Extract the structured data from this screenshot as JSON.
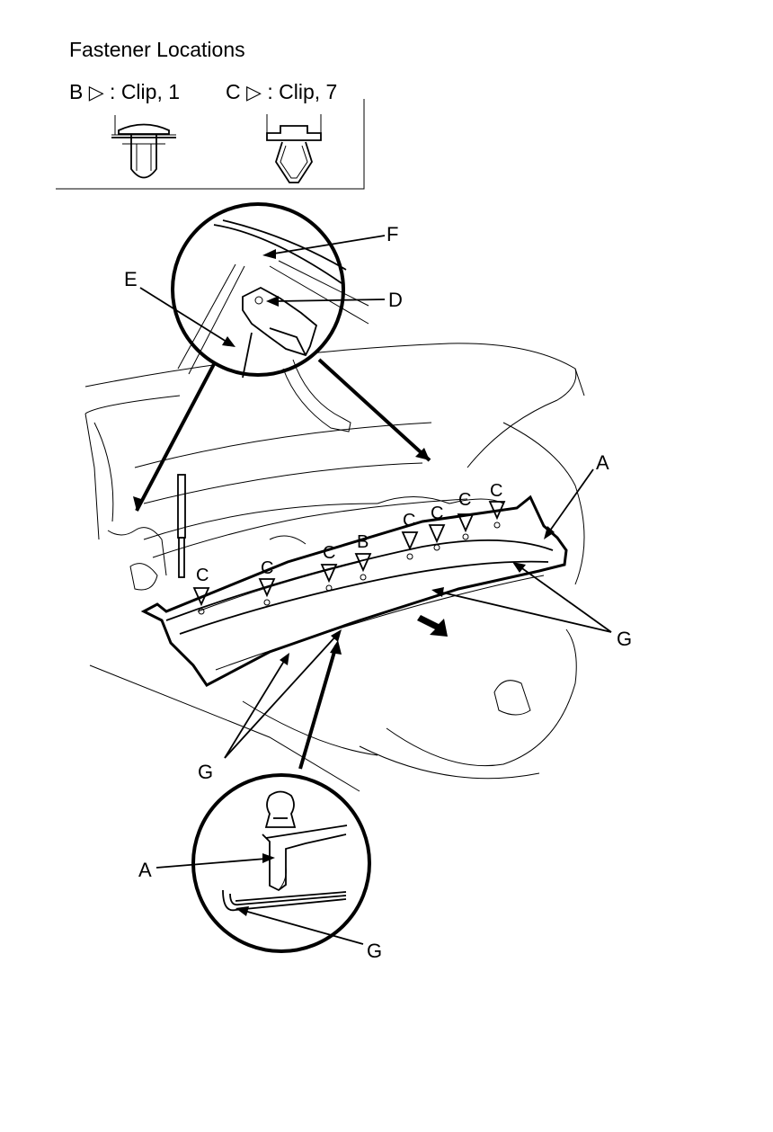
{
  "title": "Fastener Locations",
  "legend": [
    {
      "letter": "B",
      "symbol": "▷",
      "text": ": Clip, 1"
    },
    {
      "letter": "C",
      "symbol": "▷",
      "text": ": Clip, 7"
    }
  ],
  "callouts": {
    "A": "A",
    "B": "B",
    "C": "C",
    "D": "D",
    "E": "E",
    "F": "F",
    "G": "G"
  }
}
